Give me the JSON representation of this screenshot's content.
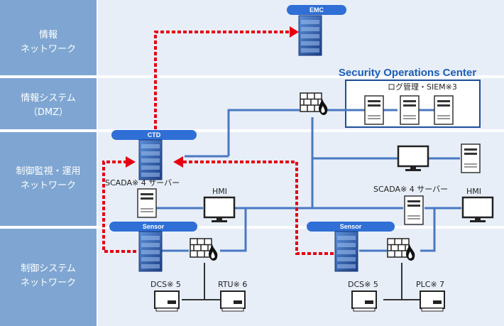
{
  "zones": [
    {
      "id": "info-network",
      "lines": [
        "情報",
        "ネットワーク"
      ]
    },
    {
      "id": "info-system",
      "lines": [
        "情報システム",
        "（DMZ）"
      ]
    },
    {
      "id": "control-monitor",
      "lines": [
        "制御監視・運用",
        "ネットワーク"
      ]
    },
    {
      "id": "control-system",
      "lines": [
        "制御システム",
        "ネットワーク"
      ]
    }
  ],
  "badges": {
    "emc": "EMC",
    "ctd": "CTD",
    "sensor_left": "Sensor",
    "sensor_right": "Sensor"
  },
  "soc": {
    "title": "Security Operations Center",
    "subtitle": "ログ管理・SIEM※3"
  },
  "labels": {
    "scada_left": "SCADA※ 4 サーバー",
    "scada_right": "SCADA※ 4 サーバー",
    "hmi_left": "HMI",
    "hmi_right": "HMI",
    "dcs_left": "DCS※ 5",
    "rtu": "RTU※ 6",
    "dcs_right": "DCS※ 5",
    "plc": "PLC※ 7"
  },
  "colors": {
    "zone_fill": "#7fa6d2",
    "band_fill": "#e7eef8",
    "network_line": "#4a78c2",
    "alert_line": "#e60012",
    "badge_fill": "#2f6fd6",
    "soc_title": "#1f5fb4"
  }
}
